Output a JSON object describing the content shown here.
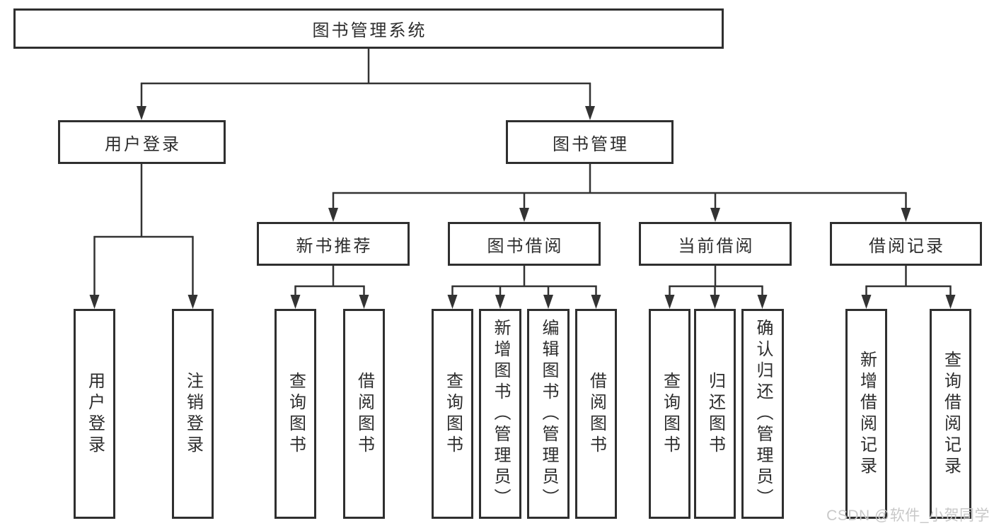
{
  "tree": {
    "label": "图书管理系统",
    "children": [
      {
        "label": "用户登录",
        "children": [
          {
            "label": "用户登录"
          },
          {
            "label": "注销登录"
          }
        ]
      },
      {
        "label": "图书管理",
        "children": [
          {
            "label": "新书推荐",
            "children": [
              {
                "label": "查询图书"
              },
              {
                "label": "借阅图书"
              }
            ]
          },
          {
            "label": "图书借阅",
            "children": [
              {
                "label": "查询图书"
              },
              {
                "label": "新增图书（管理员）"
              },
              {
                "label": "编辑图书（管理员）"
              },
              {
                "label": "借阅图书"
              }
            ]
          },
          {
            "label": "当前借阅",
            "children": [
              {
                "label": "查询图书"
              },
              {
                "label": "归还图书"
              },
              {
                "label": "确认归还（管理员）"
              }
            ]
          },
          {
            "label": "借阅记录",
            "children": [
              {
                "label": "新增借阅记录"
              },
              {
                "label": "查询借阅记录"
              }
            ]
          }
        ]
      }
    ]
  },
  "watermark": "CSDN @软件_小贺同学",
  "colors": {
    "line": "#333333",
    "box_border": "#2f2f2f",
    "text": "#2d2d2d",
    "watermark": "#c8c8c8",
    "background": "#ffffff"
  }
}
